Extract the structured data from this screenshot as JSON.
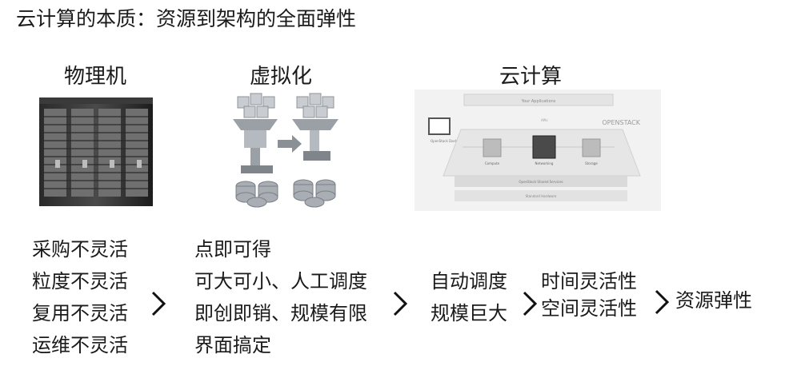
{
  "title": "云计算的本质：资源到架构的全面弹性",
  "columns": {
    "physical": "物理机",
    "virtual": "虚拟化",
    "cloud": "云计算"
  },
  "physical_traits": [
    "采购不灵活",
    "粒度不灵活",
    "复用不灵活",
    "运维不灵活"
  ],
  "virtual_traits": [
    "点即可得",
    "可大可小、人工调度",
    "即创即销、规模有限",
    "界面搞定"
  ],
  "cloud_traits": [
    "自动调度",
    "规模巨大"
  ],
  "flexibility_traits": [
    "时间灵活性",
    "空间灵活性"
  ],
  "result": "资源弹性",
  "openstack_labels": {
    "brand": "OPENSTACK",
    "top_bar": "Your Applications",
    "shared": "OpenStack Shared Services",
    "hardware": "Standard Hardware",
    "compute": "Compute",
    "networking": "Networking",
    "storage": "Storage",
    "dashboard": "OpenStack Dashboard",
    "apis": "APIs"
  }
}
